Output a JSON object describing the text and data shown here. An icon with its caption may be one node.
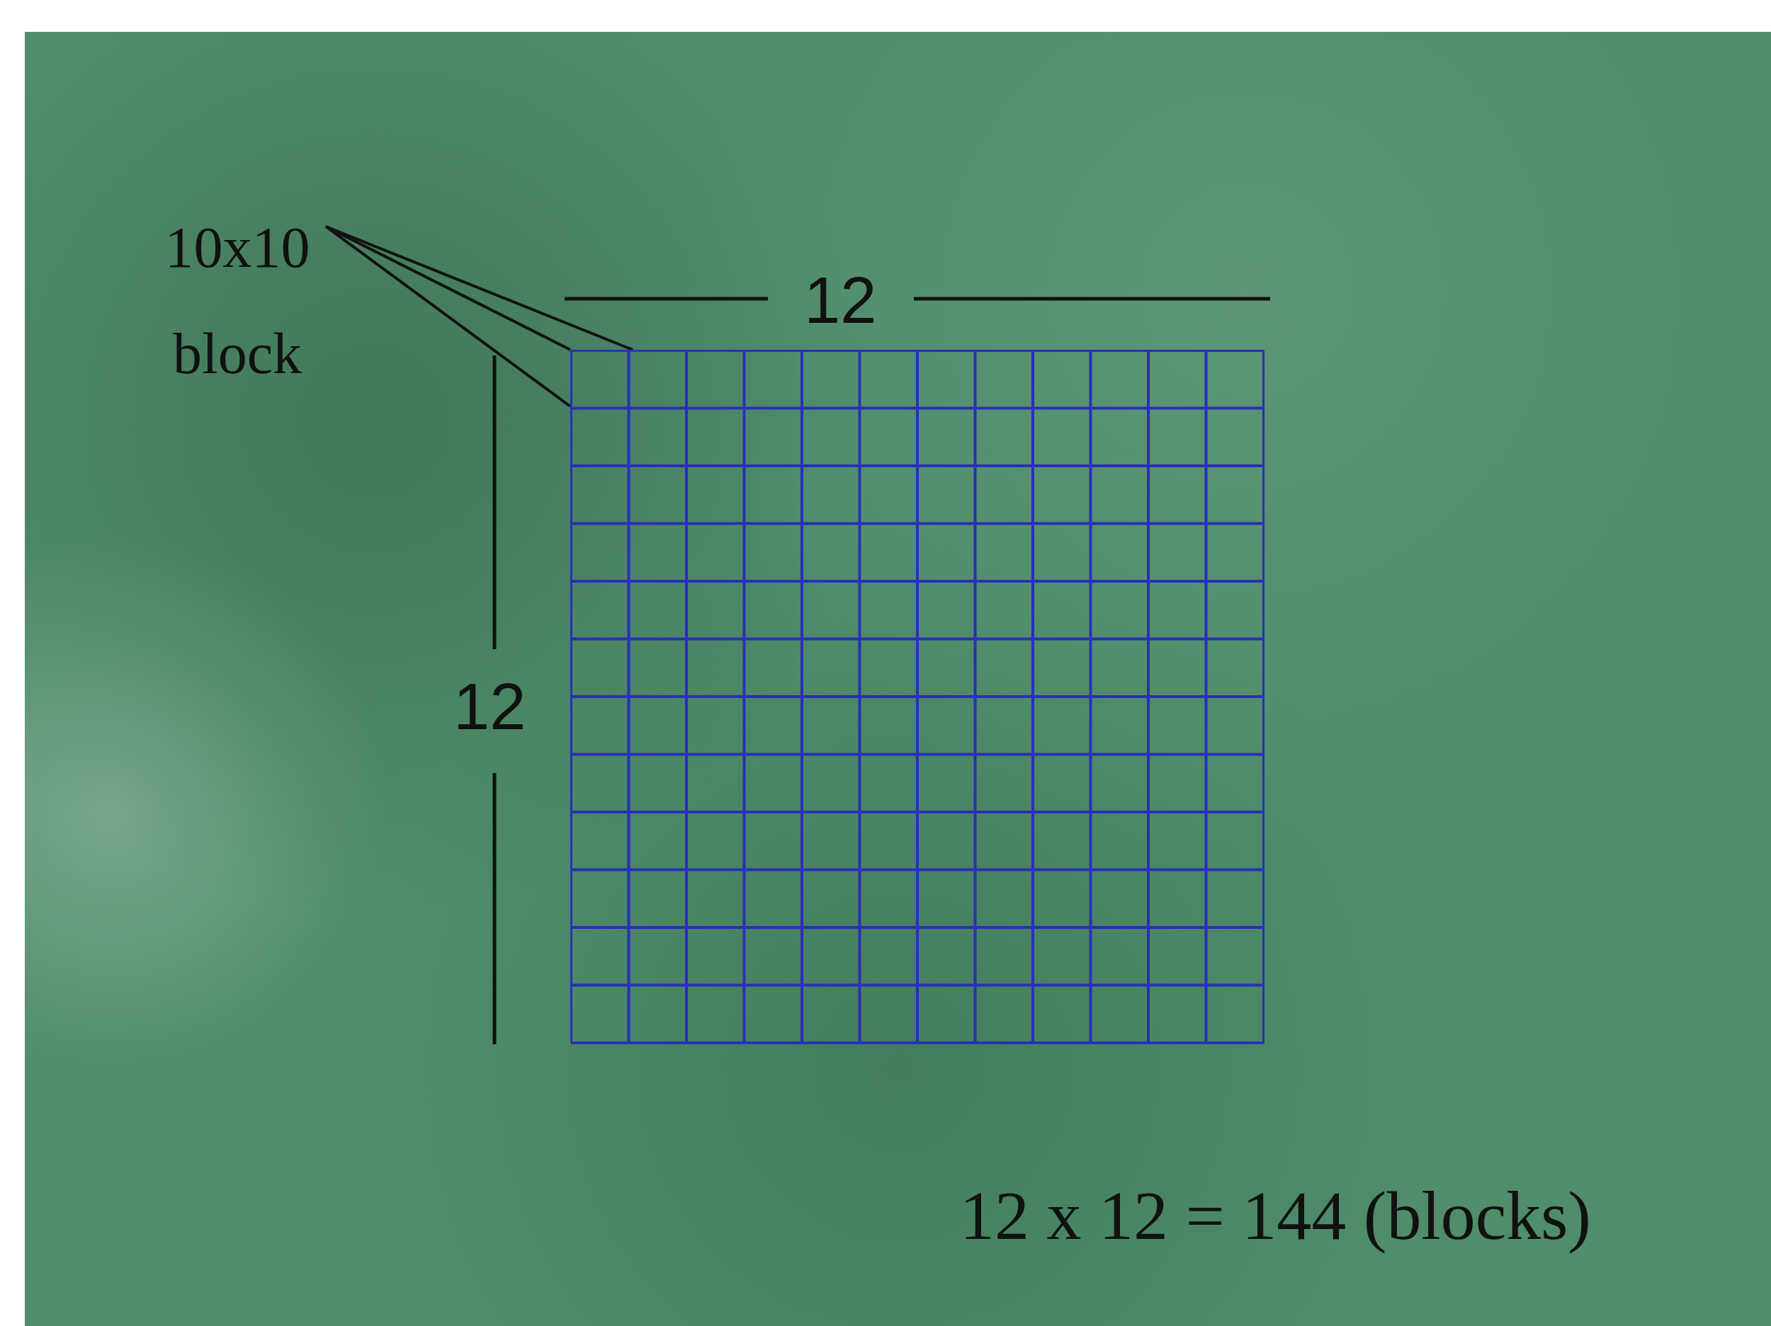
{
  "diagram": {
    "nodes": [
      {
        "text": [
          "10x10 block"
        ]
      },
      {
        "text": [],
        "shape": "box"
      }
    ],
    "edges": [
      {
        "from": 0,
        "to": 1,
        "arrow": "none"
      },
      {
        "from": 0,
        "to": 1,
        "arrow": "none"
      },
      {
        "from": 0,
        "to": 1,
        "arrow": "none"
      }
    ],
    "labels": [
      "12",
      "12",
      "12 x 12 = 144 (blocks)"
    ]
  }
}
